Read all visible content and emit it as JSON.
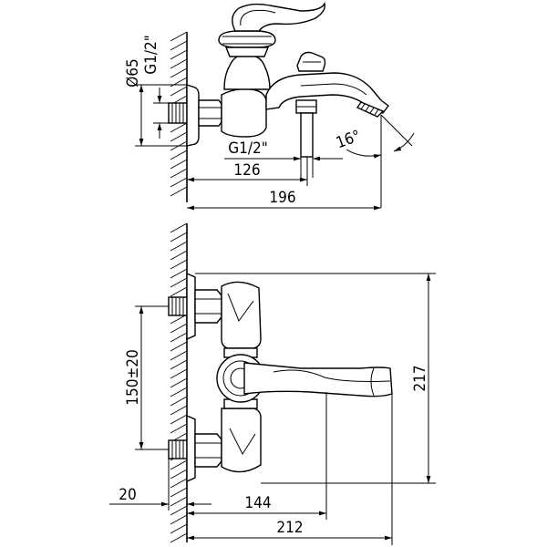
{
  "top_view": {
    "diameter": "Ø65",
    "thread_left": "G1/2\"",
    "thread_bottom": "G1/2\"",
    "angle": "16°",
    "dim_126": "126",
    "dim_196": "196"
  },
  "front_view": {
    "center_distance": "150±20",
    "height": "217",
    "offset": "20",
    "dim_144": "144",
    "dim_212": "212"
  }
}
